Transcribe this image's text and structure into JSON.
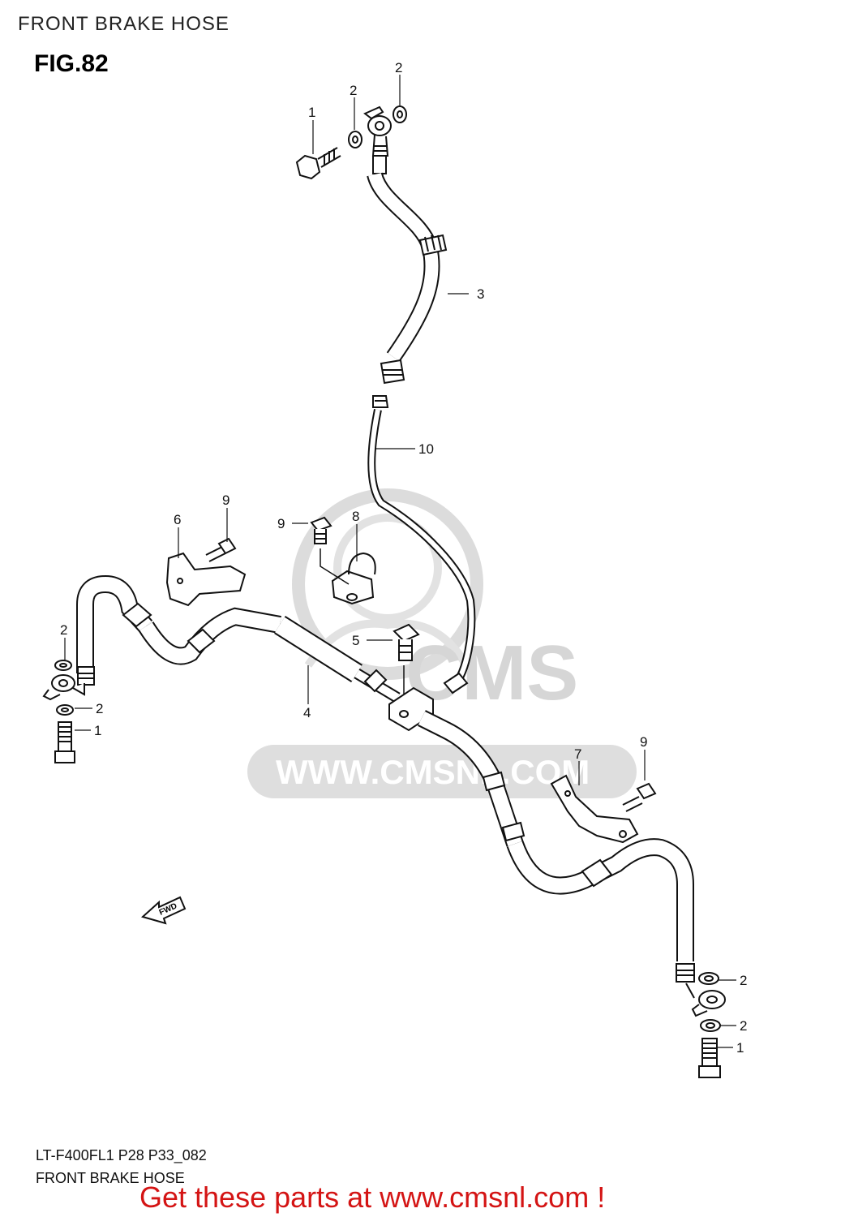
{
  "page": {
    "header": "FRONT BRAKE HOSE",
    "figure_number": "FIG.82",
    "model_code": "LT-F400FL1  P28 P33_082",
    "caption": "FRONT BRAKE HOSE",
    "promo": "Get these parts at www.cmsnl.com !"
  },
  "watermark": {
    "logo_text": "CMS",
    "url_text": "WWW.CMSNL.COM"
  },
  "direction_arrow": {
    "label": "FWD"
  },
  "callouts": {
    "c1_top": "1",
    "c2_top_a": "2",
    "c2_top_b": "2",
    "c3": "3",
    "c10": "10",
    "c9_bracket_left": "9",
    "c6": "6",
    "c9_clamp": "9",
    "c8": "8",
    "c5": "5",
    "c4": "4",
    "c2_left_a": "2",
    "c2_left_b": "2",
    "c1_left": "1",
    "c7": "7",
    "c9_bracket_right": "9",
    "c2_right_a": "2",
    "c2_right_b": "2",
    "c1_right": "1"
  },
  "colors": {
    "line": "#111111",
    "watermark": "#d6d6d6",
    "promo": "#d41414"
  }
}
